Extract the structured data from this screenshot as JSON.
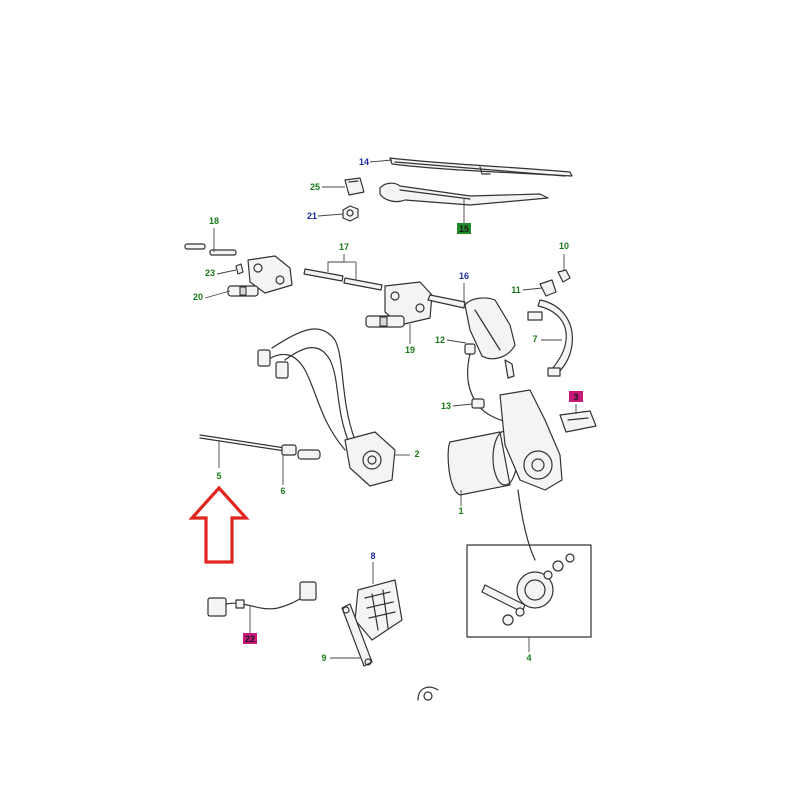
{
  "colors": {
    "green": "#1a7a1a",
    "blue": "#1a2a9c",
    "magenta": "#b0106a",
    "box_green": "#1f8a2a",
    "box_magenta": "#c8187a",
    "arrow": "#e0261f"
  },
  "callouts": [
    {
      "id": "14",
      "style": "blue"
    },
    {
      "id": "25",
      "style": "green"
    },
    {
      "id": "21",
      "style": "blue"
    },
    {
      "id": "15",
      "style": "boxed-green"
    },
    {
      "id": "18",
      "style": "green"
    },
    {
      "id": "23",
      "style": "green"
    },
    {
      "id": "20",
      "style": "green"
    },
    {
      "id": "17",
      "style": "green"
    },
    {
      "id": "16",
      "style": "blue"
    },
    {
      "id": "10",
      "style": "green"
    },
    {
      "id": "11",
      "style": "green"
    },
    {
      "id": "7",
      "style": "green"
    },
    {
      "id": "12",
      "style": "green"
    },
    {
      "id": "19",
      "style": "green"
    },
    {
      "id": "13",
      "style": "green"
    },
    {
      "id": "3",
      "style": "boxed-magenta"
    },
    {
      "id": "2",
      "style": "green"
    },
    {
      "id": "5",
      "style": "green"
    },
    {
      "id": "6",
      "style": "green"
    },
    {
      "id": "1",
      "style": "green"
    },
    {
      "id": "8",
      "style": "blue"
    },
    {
      "id": "4",
      "style": "green"
    },
    {
      "id": "22",
      "style": "boxed-magenta"
    },
    {
      "id": "9",
      "style": "green"
    }
  ]
}
